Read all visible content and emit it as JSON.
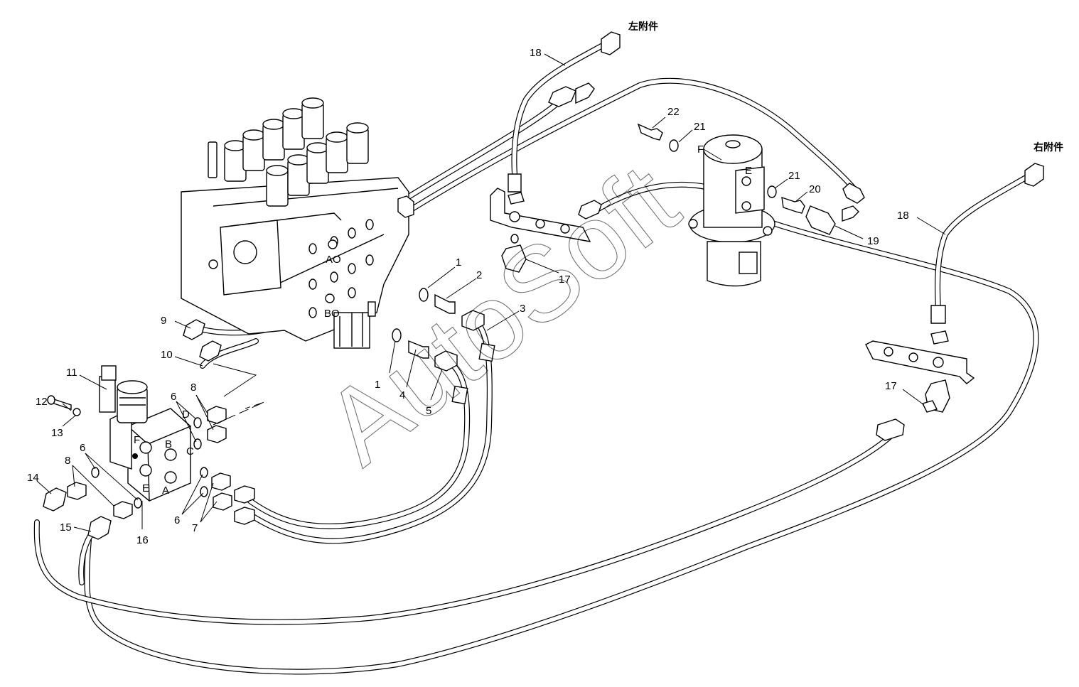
{
  "callouts": [
    "1",
    "1",
    "2",
    "3",
    "4",
    "5",
    "6",
    "6",
    "6",
    "7",
    "8",
    "8",
    "9",
    "10",
    "11",
    "12",
    "13",
    "14",
    "15",
    "16",
    "17",
    "17",
    "18",
    "18",
    "19",
    "20",
    "21",
    "21",
    "22"
  ],
  "port_labels": {
    "ao": "AO",
    "bo": "BO",
    "a": "A",
    "b": "B",
    "c": "C",
    "d": "D",
    "e": "E",
    "f": "F",
    "motor_e": "E",
    "motor_f": "F"
  },
  "notes": {
    "left_attachment": "左附件",
    "right_attachment": "右附件"
  },
  "watermark": "AutoSoft",
  "colors": {
    "line": "#000000",
    "background": "#ffffff"
  }
}
